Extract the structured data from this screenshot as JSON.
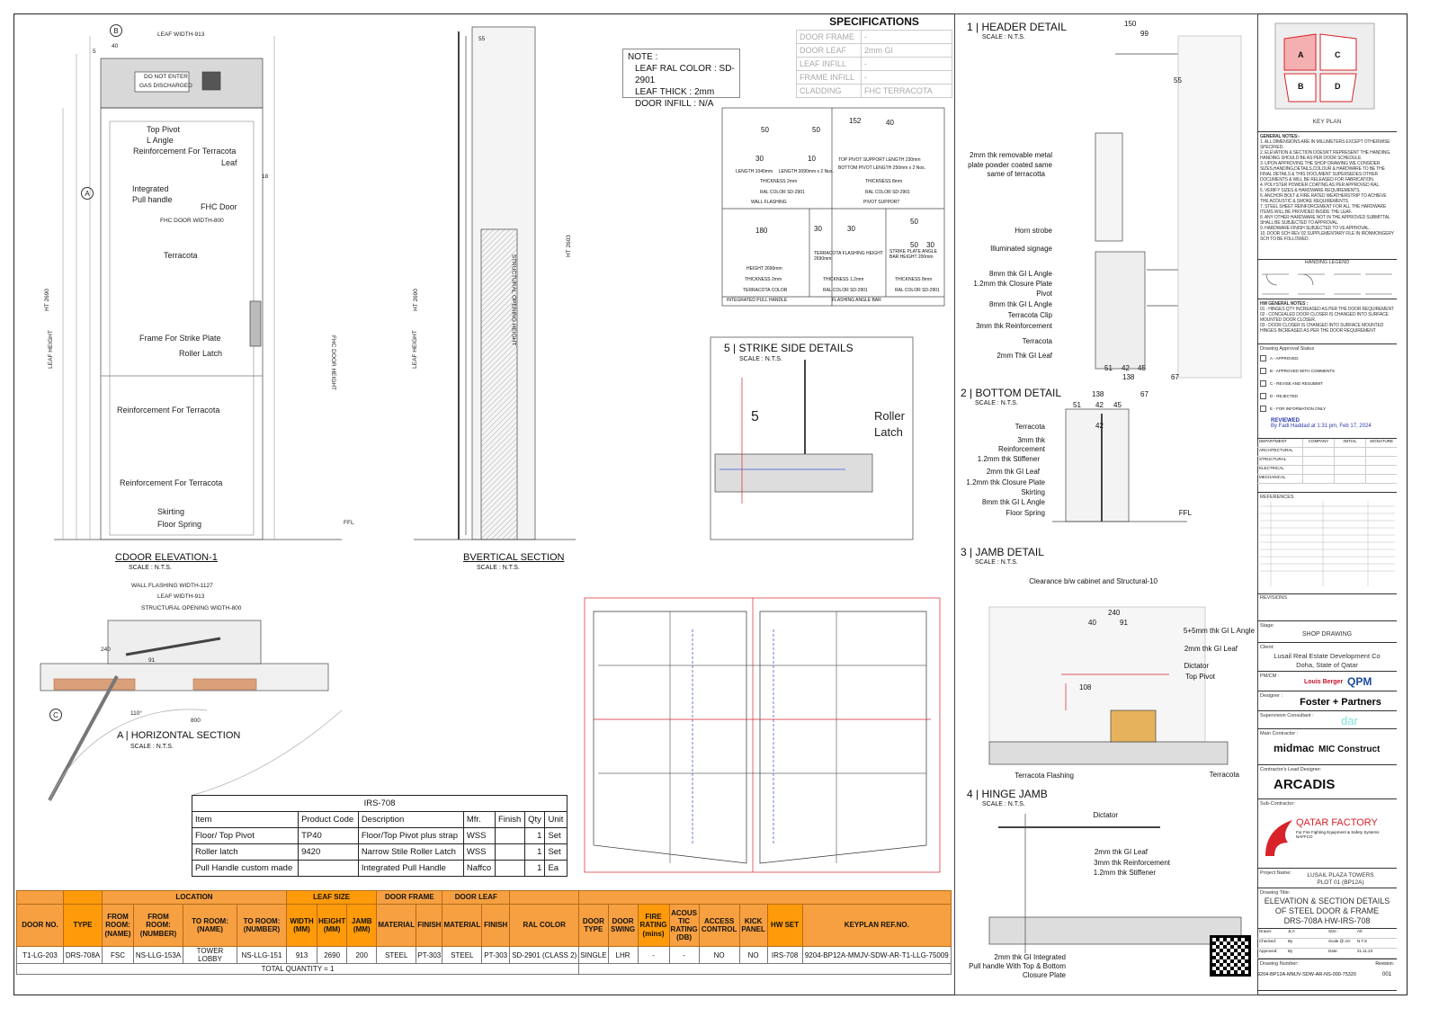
{
  "elevation": {
    "title": "DOOR ELEVATION-1",
    "bubble": "C",
    "scale": "SCALE : N.T.S.",
    "labels": [
      "LEAF WIDTH-913",
      "DO NOT ENTER",
      "GAS DISCHARGED",
      "Top Pivot",
      "L Angle",
      "Reinforcement For Terracota",
      "Leaf",
      "Integrated",
      "Pull handle",
      "FHC Door",
      "FHC DOOR WIDTH-800",
      "Terracota",
      "Frame For Strike Plate",
      "Roller Latch",
      "Reinforcement For Terracota",
      "Reinforcement For Terracota",
      "Skirting",
      "Floor Spring",
      "FFL",
      "HT 2690",
      "LEAF HEIGHT",
      "FHC DOOR HEIGHT"
    ],
    "marks": {
      "b": "B",
      "a": "A",
      "five": "5",
      "forty": "40",
      "eighteen": "18"
    }
  },
  "vertical": {
    "title": "VERTICAL SECTION",
    "bubble": "B",
    "scale": "SCALE : N.T.S.",
    "labels": [
      "55",
      "STRUCTURAL OPENING HEIGHT",
      "HT 2690",
      "LEAF HEIGHT",
      "HT 2603"
    ]
  },
  "horizontal": {
    "title": "HORIZONTAL SECTION",
    "bubble": "A",
    "scale": "SCALE : N.T.S.",
    "labels": [
      "WALL FLASHING WIDTH-1127",
      "LEAF WIDTH-913",
      "STRUCTURAL OPENING WIDTH-800",
      "240",
      "91",
      "800",
      "110°",
      "C"
    ]
  },
  "note": {
    "title": "NOTE :",
    "lines": [
      "LEAF RAL COLOR : SD-2901",
      "LEAF THICK : 2mm",
      "DOOR INFILL : N/A"
    ]
  },
  "specs": {
    "title": "SPECIFICATIONS",
    "rows": [
      [
        "DOOR FRAME",
        "-"
      ],
      [
        "DOOR LEAF",
        "2mm GI"
      ],
      [
        "LEAF INFILL",
        "-"
      ],
      [
        "FRAME INFILL",
        "-"
      ],
      [
        "CLADDING",
        "FHC TERRACOTA"
      ]
    ]
  },
  "flashing": {
    "labels": [
      "LENGTH 1040mm",
      "LENGTH 3090mm x 2 Nos.",
      "THICKNESS 2mm",
      "RAL COLOR SD-2901",
      "WALL FLASHING",
      "TOP PIVOT SUPPORT LENGTH 230mm",
      "BOTTOM PIVOT LENGTH 250mm x 2 Nos.",
      "THICKNESS 8mm",
      "RAL COLOR SD-2901",
      "PIVOT SUPPORT",
      "HEIGHT 2690mm",
      "THICKNESS 2mm",
      "TERRACOTA COLOR",
      "INTEGRATED PULL HANDLE",
      "TERRACOTA FLASHING HEIGHT 2690mm",
      "THICKNESS 1.2mm",
      "RAL COLOR SD-2901",
      "STRIKE PLATE ANGLE BAR HEIGHT 200mm",
      "THICKNESS 8mm",
      "RAL COLOR SD-2901",
      "FLASHING ANGLE BAR"
    ],
    "dims": [
      "50",
      "30",
      "50",
      "10",
      "152",
      "40",
      "50",
      "180",
      "30",
      "30",
      "50",
      "30"
    ]
  },
  "strike": {
    "num": "5",
    "title": "STRIKE SIDE DETAILS",
    "scale": "SCALE : N.T.S.",
    "labels": [
      "5",
      "Roller",
      "Latch"
    ]
  },
  "header_detail": {
    "num": "1",
    "title": "HEADER DETAIL",
    "scale": "SCALE : N.T.S.",
    "labels": [
      "2mm thk removable metal",
      "plate powder coated same",
      "same of terracotta",
      "Horn strobe",
      "Illuminated signage",
      "8mm thk GI L Angle",
      "1.2mm thk Closure Plate",
      "Pivot",
      "8mm thk GI L Angle",
      "Terracota Clip",
      "3mm thk Reinforcement",
      "Terracota",
      "2mm Thk GI Leaf"
    ],
    "dims": [
      "150",
      "99",
      "55",
      "51",
      "42",
      "45",
      "138",
      "67"
    ]
  },
  "bottom_detail": {
    "num": "2",
    "title": "BOTTOM DETAIL",
    "scale": "SCALE : N.T.S.",
    "labels": [
      "Terracota",
      "3mm thk",
      "Reinforcement",
      "1.2mm thk Stiffener",
      "2mm thk GI Leaf",
      "1.2mm thk Closure Plate",
      "Skirting",
      "8mm thk GI L Angle",
      "Floor Spring",
      "FFL"
    ],
    "dims": [
      "138",
      "67",
      "51",
      "42",
      "45",
      "42"
    ]
  },
  "jamb_detail": {
    "num": "3",
    "title": "JAMB DETAIL",
    "scale": "SCALE : N.T.S.",
    "labels": [
      "Clearance b/w cabinet and Structural-10",
      "5+5mm thk GI L Angle",
      "2mm thk GI Leaf",
      "Dictator",
      "Top Pivot",
      "Terracota Flashing",
      "Terracota"
    ],
    "dims": [
      "240",
      "40",
      "91",
      "108"
    ]
  },
  "hinge_jamb": {
    "num": "4",
    "title": "HINGE JAMB",
    "scale": "SCALE : N.T.S.",
    "labels": [
      "Dictator",
      "2mm thk GI Leaf",
      "3mm thk Reinforcement",
      "1.2mm thk Stiffener",
      "2mm thk GI Integrated",
      "Pull handle With Top & Bottom",
      "Closure Plate"
    ]
  },
  "irs": {
    "title": "IRS-708",
    "headers": [
      "Item",
      "Product Code",
      "Description",
      "Mfr.",
      "Finish",
      "Qty",
      "Unit"
    ],
    "rows": [
      [
        "Floor/ Top Pivot",
        "TP40",
        "Floor/Top Pivot plus strap",
        "WSS",
        "",
        "1",
        "Set"
      ],
      [
        "Roller latch",
        "9420",
        "Narrow Stile Roller Latch",
        "WSS",
        "",
        "1",
        "Set"
      ],
      [
        "Pull Handle custom made",
        "",
        "Integrated Pull Handle",
        "Naffco",
        "",
        "1",
        "Ea"
      ]
    ]
  },
  "schedule": {
    "groups": {
      "location": "LOCATION",
      "leaf_size": "LEAF SIZE",
      "door_frame": "DOOR FRAME",
      "door_leaf": "DOOR LEAF"
    },
    "headers": [
      "DOOR NO.",
      "TYPE",
      "FROM ROOM: (NAME)",
      "FROM ROOM: (NUMBER)",
      "TO ROOM: (NAME)",
      "TO ROOM: (NUMBER)",
      "WIDTH (MM)",
      "HEIGHT (MM)",
      "JAMB (MM)",
      "MATERIAL",
      "FINISH",
      "MATERIAL",
      "FINISH",
      "RAL COLOR",
      "DOOR TYPE",
      "DOOR SWING",
      "FIRE RATING (mins)",
      "ACOUS TIC RATING (DB)",
      "ACCESS CONTROL",
      "KICK PANEL",
      "HW SET",
      "KEYPLAN REF.NO."
    ],
    "row": [
      "T1-LG-203",
      "DRS-708A",
      "FSC",
      "NS-LLG-153A",
      "TOWER LOBBY",
      "NS-LLG-151",
      "913",
      "2690",
      "200",
      "STEEL",
      "PT-303",
      "STEEL",
      "PT-303",
      "SD-2901 (CLASS 2)",
      "SINGLE",
      "LHR",
      "-",
      "-",
      "NO",
      "NO",
      "IRS-708",
      "9204-BP12A-MMJV-SDW-AR-T1-LLG-75009"
    ],
    "total": "TOTAL QUANTITY = 1",
    "colors": {
      "header": "#f7a041",
      "highlight": "#ff9a0a"
    }
  },
  "title_block": {
    "key_plan": "KEY PLAN",
    "key_zones": [
      "A",
      "C",
      "B",
      "D"
    ],
    "general_notes_title": "GENERAL NOTES:-",
    "general_notes": [
      "1. ALL DIMENSIONS ARE IN MILLIMETERS EXCEPT OTHERWISE SPECIFIED.",
      "2. ELEVATION & SECTION DOESN'T REPRESENT THE HANDING. HANDING SHOULD BE AS PER DOOR SCHEDULE.",
      "3. UPON APPROVING THE SHOP DRAWING WE CONSIDER SIZES,HANDING,DETAILS,COLOUR & HARDWARE TO BE THE FINAL DETAILS & THIS DOCUMENT SUPERSEDES OTHER DOCUMENTS & WILL BE RELEASED FOR FABRICATION.",
      "4. POLYSTER POWDER COATING AS PER APPROVED RAL.",
      "5. VERIFY SIZES & HARDWARE REQUIREMENTS.",
      "6. ANCHOR BOLT & FIRE RATED WEATHERSTRIP TO ACHIEVE THE ACOUSTIC & SMOKE REQUIREMENTS.",
      "7. STEEL SHEET REINFORCEMENT FOR ALL THE HARDWARE ITEMS WILL BE PROVIDED INSIDE THE LEAF.",
      "8. ANY OTHER HARDWARE NOT IN THE APPROVED SUBMITTAL SHALL BE SUBJECTED TO APPROVAL.",
      "9. HARDWARE FINISH SUBJECTED TO VE APPROVAL.",
      "10. DOOR SCH REV 02 SUPPLEMENTARY FILE IN IRONMONGERY SCH TO BE FOLLOWED."
    ],
    "handing_legend": "HANDING LEGEND",
    "hw_notes_title": "HW GENERAL NOTES :",
    "hw_notes": [
      "01 - HINGES QTY INCREASED AS PER THE DOOR REQUIREMENT",
      "02 - CONCEALED DOOR CLOSER IS CHANGED INTO SURFACE MOUNTED DOOR CLOSER.",
      "03 - DOOR CLOSER IS CHANGED INTO SURFACE MOUNTED HINGES INCREASED AS PER THE DOOR REQUIREMENT"
    ],
    "approval_title": "Drawing Approval Status",
    "approval": [
      "A - APPROVED",
      "B - APPROVED WITH COMMENTS",
      "C - REVISE AND RESUBMIT",
      "D - REJECTED",
      "E - FOR INFORMATION ONLY"
    ],
    "reviewed": "REVIEWED",
    "reviewed_by": "By Fadi Haddad at 1:31 pm, Feb 17, 2024",
    "disciplines": [
      "DEPARTMENT",
      "ARCHITECTURAL",
      "STRUCTURAL",
      "ELECTRICAL",
      "MECHANICAL"
    ],
    "discipline_cols": [
      "COMPANY",
      "INITIAL",
      "SIGNATURE"
    ],
    "references": "REFERENCES",
    "revisions": "REVISIONS",
    "stage_label": "Stage:",
    "stage": "SHOP DRAWING",
    "client_label": "Client:",
    "client": [
      "Lusail Real Estate Development Co",
      "Doha, State of Qatar"
    ],
    "pmcm_label": "PM/CM :",
    "pmcm": [
      "Louis Berger",
      "QPM"
    ],
    "designer_label": "Designer :",
    "designer": "Foster + Partners",
    "supervision_label": "Supervision Consultant :",
    "supervision": "dar",
    "main_contractor_label": "Main Contractor :",
    "main_contractor": [
      "midmac",
      "MIC Construct"
    ],
    "lead_designer_label": "Contractor's Lead Designer:",
    "lead_designer": "ARCADIS",
    "sub_contractor_label": "Sub-Contractor:",
    "sub_contractor": "QATAR FACTORY",
    "sub_contractor_tag": "For Fire Fighting Equipment & Safety Systems NAFFCO",
    "project_label": "Project Name:",
    "project": [
      "LUSAIL PLAZA TOWERS",
      "PLOT 01 (BP12A)"
    ],
    "drawing_title_label": "Drawing Title:",
    "drawing_title": [
      "ELEVATION & SECTION DETAILS",
      "OF STEEL DOOR & FRAME",
      "DRS-708A HW-IRS-708"
    ],
    "meta": [
      [
        "Drawn:",
        "JLA",
        "Size :",
        "A0"
      ],
      [
        "Checked:",
        "By",
        "Scale @ A0:",
        "N.T.S"
      ],
      [
        "Approved:",
        "By",
        "Date:",
        "21.11.23"
      ]
    ],
    "drawing_number_label": "Drawing Number:",
    "drawing_number": "9204-BP12A-MMJV-SDW-AR-NS-000-75320",
    "revision_label": "Revision:",
    "revision": "001"
  },
  "colors": {
    "accent_red": "#d8232a",
    "schedule_orange": "#f7a041",
    "terracota": "#d9a07a"
  }
}
